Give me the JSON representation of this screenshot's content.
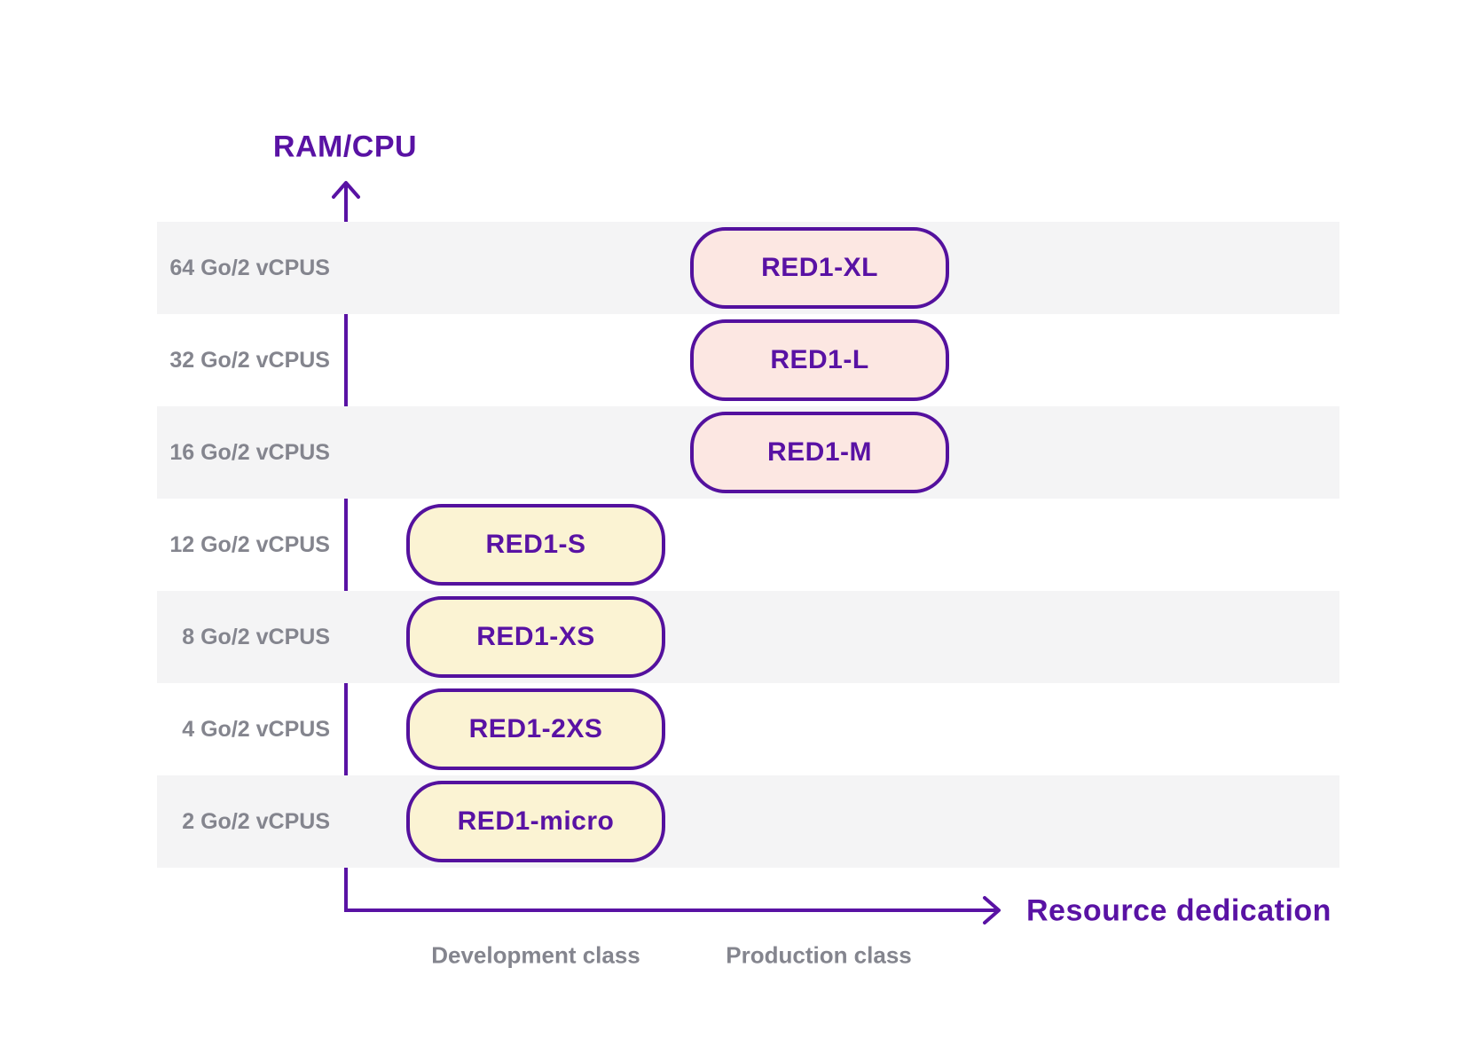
{
  "axes": {
    "y_label": "RAM/CPU",
    "x_label": "Resource dedication"
  },
  "rows": [
    {
      "ram": "64 Go/2 vCPUS",
      "instance": "RED1-XL",
      "class": "Production class"
    },
    {
      "ram": "32 Go/2 vCPUS",
      "instance": "RED1-L",
      "class": "Production class"
    },
    {
      "ram": "16 Go/2 vCPUS",
      "instance": "RED1-M",
      "class": "Production class"
    },
    {
      "ram": "12 Go/2 vCPUS",
      "instance": "RED1-S",
      "class": "Development class"
    },
    {
      "ram": "8 Go/2 vCPUS",
      "instance": "RED1-XS",
      "class": "Development class"
    },
    {
      "ram": "4 Go/2 vCPUS",
      "instance": "RED1-2XS",
      "class": "Development class"
    },
    {
      "ram": "2 Go/2 vCPUS",
      "instance": "RED1-micro",
      "class": "Development class"
    }
  ],
  "x_categories": {
    "development": "Development class",
    "production": "Production class"
  },
  "colors": {
    "accent_purple": "#5912a4",
    "node_border_purple": "#54119e",
    "development_fill_yellow": "#fbf3d3",
    "production_fill_pink": "#fce7e2",
    "stripe_gray": "#f4f4f5",
    "label_gray": "#84858e",
    "background": "#ffffff"
  },
  "chart_data": {
    "type": "table",
    "title": "",
    "xlabel": "Resource dedication",
    "ylabel": "RAM/CPU",
    "x_categories": [
      "Development class",
      "Production class"
    ],
    "y_categories": [
      "2 Go/2 vCPUS",
      "4 Go/2 vCPUS",
      "8 Go/2 vCPUS",
      "12 Go/2 vCPUS",
      "16 Go/2 vCPUS",
      "32 Go/2 vCPUS",
      "64 Go/2 vCPUS"
    ],
    "points": [
      {
        "instance": "RED1-micro",
        "ram": "2 Go/2 vCPUS",
        "class": "Development class"
      },
      {
        "instance": "RED1-2XS",
        "ram": "4 Go/2 vCPUS",
        "class": "Development class"
      },
      {
        "instance": "RED1-XS",
        "ram": "8 Go/2 vCPUS",
        "class": "Development class"
      },
      {
        "instance": "RED1-S",
        "ram": "12 Go/2 vCPUS",
        "class": "Development class"
      },
      {
        "instance": "RED1-M",
        "ram": "16 Go/2 vCPUS",
        "class": "Production class"
      },
      {
        "instance": "RED1-L",
        "ram": "32 Go/2 vCPUS",
        "class": "Production class"
      },
      {
        "instance": "RED1-XL",
        "ram": "64 Go/2 vCPUS",
        "class": "Production class"
      }
    ],
    "legend_position": "none",
    "grid": "alternating-row-stripes"
  }
}
